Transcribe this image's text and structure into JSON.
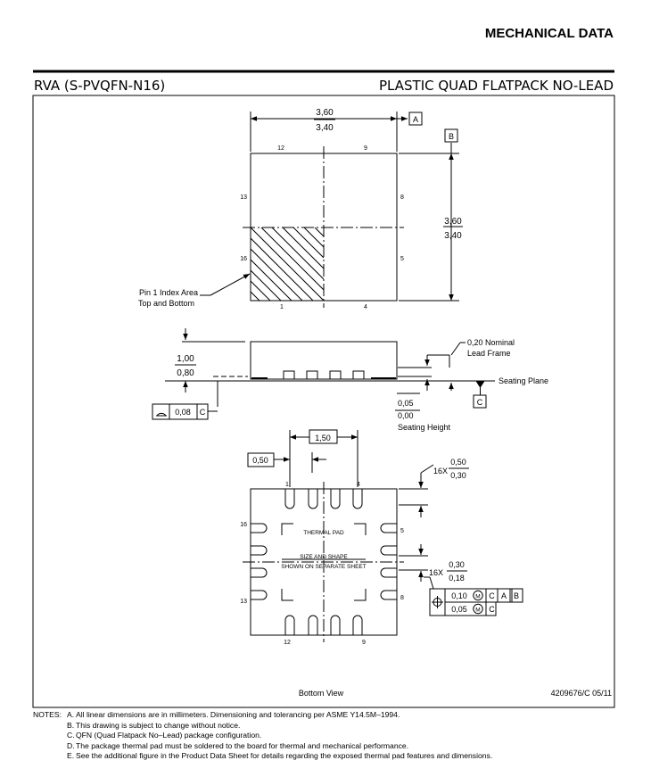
{
  "header": {
    "section_title": "MECHANICAL DATA",
    "package_code": "RVA (S-PVQFN-N16)",
    "package_name": "PLASTIC QUAD FLATPACK NO-LEAD"
  },
  "top_view": {
    "width_max": "3,60",
    "width_min": "3,40",
    "datum_a": "A",
    "datum_b": "B",
    "height_max": "3,60",
    "height_min": "3,40",
    "pin_12": "12",
    "pin_9": "9",
    "pin_13": "13",
    "pin_8": "8",
    "pin_16": "16",
    "pin_5": "5",
    "pin_1": "1",
    "pin_4": "4",
    "pin1_callout_line1": "Pin 1 Index Area",
    "pin1_callout_line2": "Top and Bottom"
  },
  "side_view": {
    "height_max": "1,00",
    "height_min": "0,80",
    "lead_frame_value": "0,20 Nominal",
    "lead_frame_label": "Lead Frame",
    "seating_plane": "Seating Plane",
    "datum_c": "C",
    "standoff_max": "0,05",
    "standoff_min": "0,00",
    "seating_height": "Seating Height",
    "flatness_value": "0,08",
    "flatness_datum": "C"
  },
  "bottom_view": {
    "span": "1,50",
    "pitch": "0,50",
    "pad_length_qty": "16X",
    "pad_length_max": "0,50",
    "pad_length_min": "0,30",
    "pad_width_qty": "16X",
    "pad_width_max": "0,30",
    "pad_width_min": "0,18",
    "pin_1": "1",
    "pin_4": "4",
    "pin_16": "16",
    "pin_5": "5",
    "pin_13": "13",
    "pin_8": "8",
    "pin_12": "12",
    "pin_9": "9",
    "thermal_pad": "THERMAL PAD",
    "size_shape_line1": "SIZE AND SHAPE",
    "size_shape_line2": "SHOWN ON SEPARATE SHEET",
    "position_tol_1": "0,10",
    "position_tol_2": "0,05",
    "modifier_m": "M",
    "datum_c": "C",
    "datum_a": "A",
    "datum_b": "B",
    "caption": "Bottom View",
    "drawing_number": "4209676/C 05/11"
  },
  "notes": {
    "header": "NOTES:",
    "items": [
      {
        "letter": "A.",
        "text": "All linear dimensions are in millimeters.  Dimensioning and tolerancing per ASME Y14.5M–1994."
      },
      {
        "letter": "B.",
        "text": "This drawing is subject to change without notice."
      },
      {
        "letter": "C.",
        "text": "QFN (Quad Flatpack No–Lead) package configuration."
      },
      {
        "letter": "D.",
        "text": "The package thermal pad must be soldered to the board for thermal and mechanical performance."
      },
      {
        "letter": "E.",
        "text": "See the additional figure in the Product Data Sheet for details regarding the exposed thermal pad features and dimensions."
      }
    ]
  }
}
